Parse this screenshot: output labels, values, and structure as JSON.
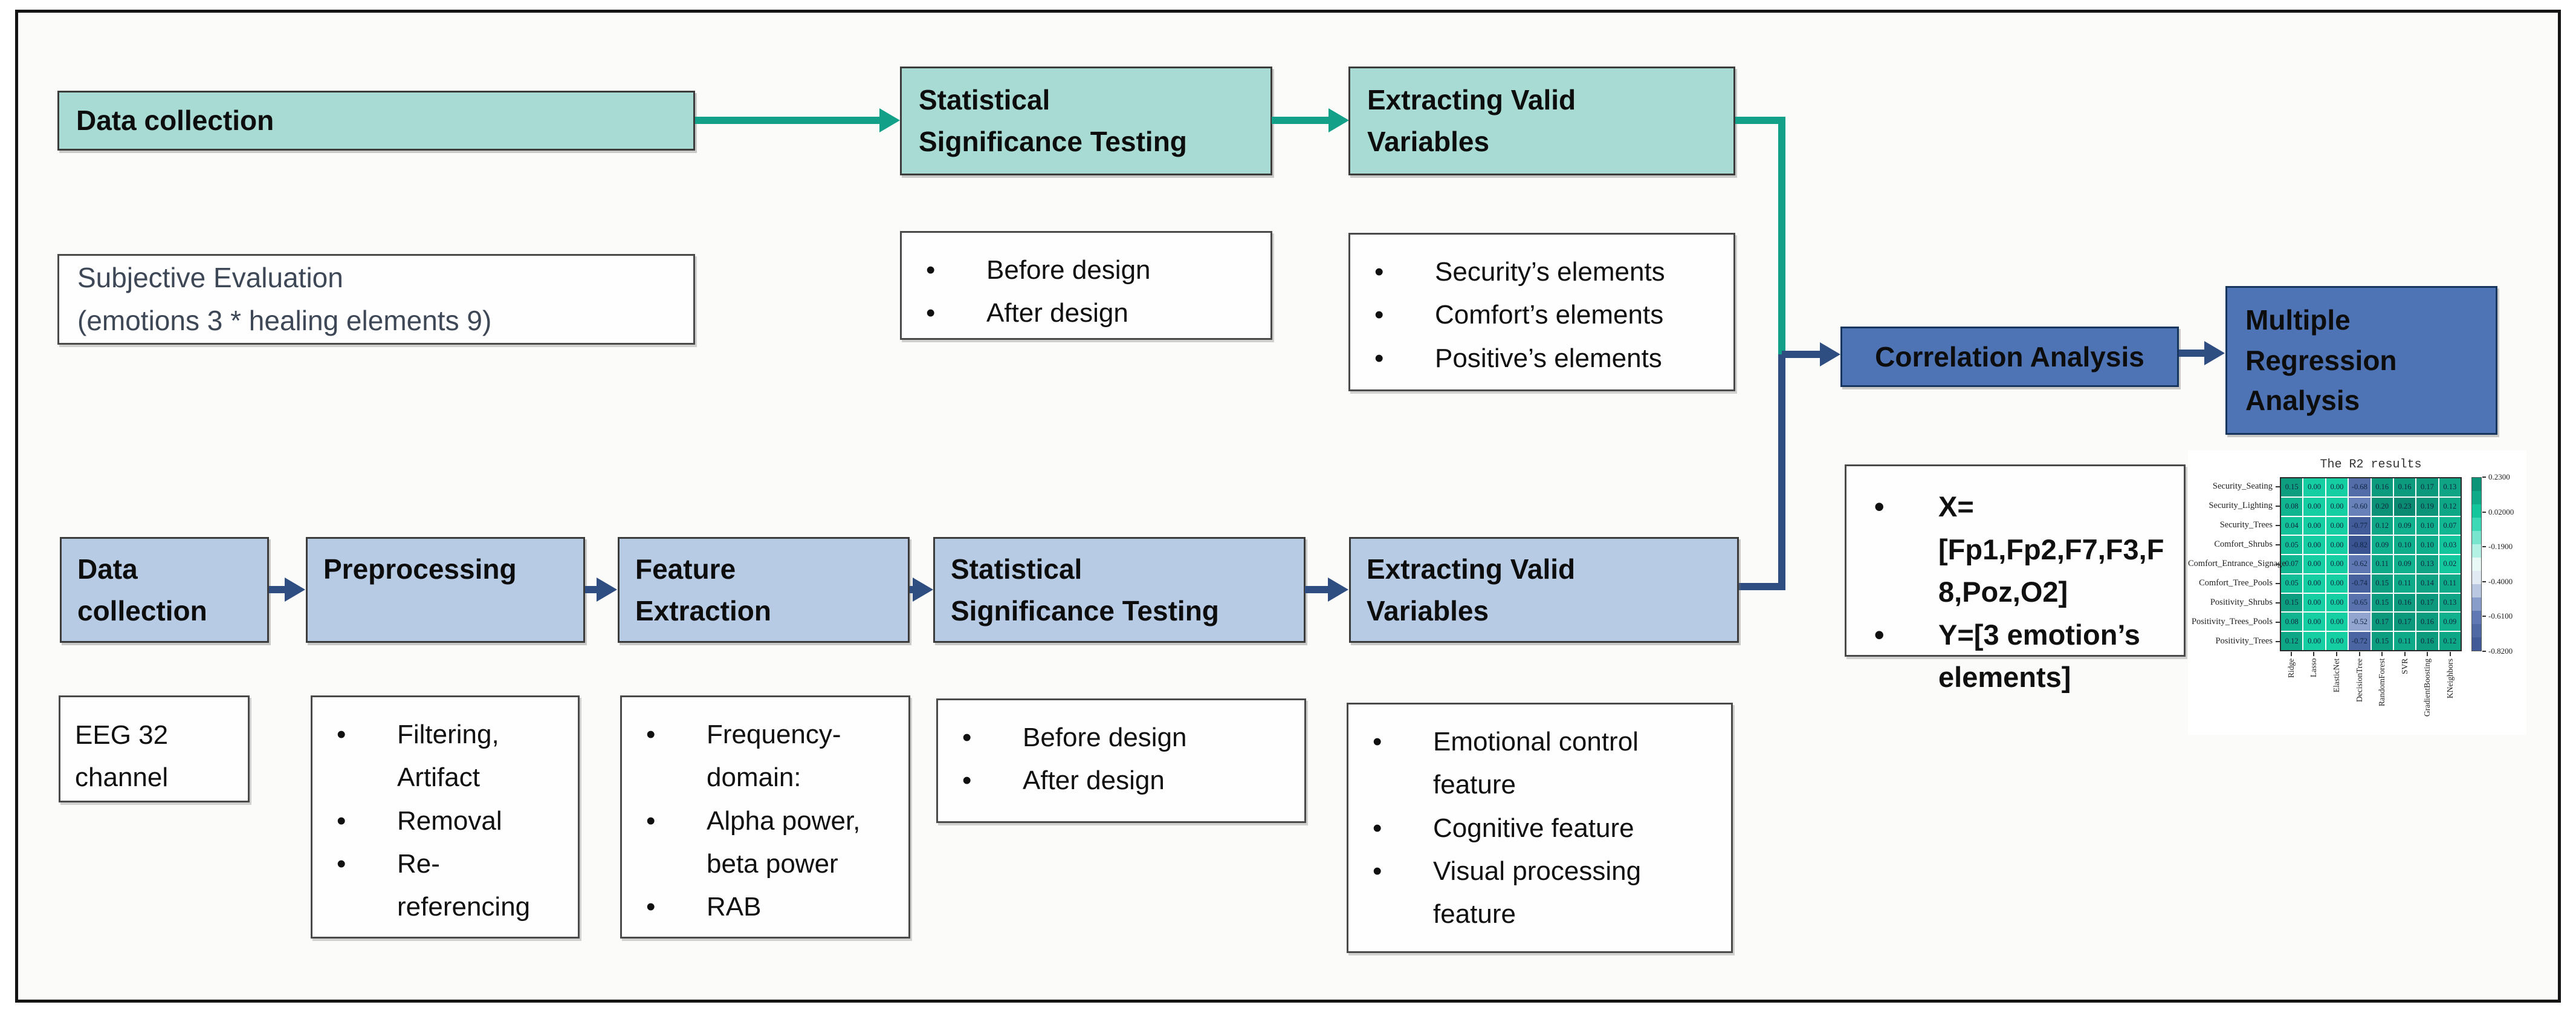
{
  "colors": {
    "teal_fill": "#a8dbd3",
    "teal_arrow": "#12a188",
    "blue_fill": "#b7cbe5",
    "navy_fill": "#4e74b5",
    "navy_arrow": "#2e4d80",
    "box_border": "#3c3c3c",
    "subjective_text": "#3d4756"
  },
  "top_flow": {
    "data_collection": "Data collection",
    "sst": [
      "Statistical",
      "Significance Testing"
    ],
    "evv": [
      "Extracting Valid",
      "Variables"
    ],
    "subjective": [
      "Subjective Evaluation",
      "(emotions 3 * healing elements 9)"
    ],
    "design_bullets": [
      "Before design",
      "After design"
    ],
    "element_bullets": [
      "Security’s elements",
      "Comfort’s elements",
      "Positive’s elements"
    ]
  },
  "bottom_flow": {
    "data_collection": [
      "Data",
      "collection"
    ],
    "preprocessing": [
      "Preprocessing"
    ],
    "feature_extraction": [
      "Feature",
      "Extraction"
    ],
    "sst": [
      "Statistical",
      "Significance Testing"
    ],
    "evv": [
      "Extracting Valid",
      "Variables"
    ],
    "eeg_note": "EEG 32 channel",
    "preprocessing_bullets": [
      "Filtering, Artifact",
      "Removal",
      "Re-referencing"
    ],
    "feature_bullets": [
      "Frequency-domain:",
      "Alpha power, beta power",
      "RAB"
    ],
    "design_bullets": [
      "Before design",
      "After design"
    ],
    "valid_bullets": [
      "Emotional control feature",
      "Cognitive feature",
      "Visual  processing feature"
    ]
  },
  "analysis": {
    "correlation": "Correlation Analysis",
    "regression": [
      "Multiple",
      "Regression",
      "Analysis"
    ],
    "xy_bullets": [
      "X=[Fp1,Fp2,F7,F3,F8,Poz,O2]",
      "Y=[3 emotion’s elements]"
    ]
  },
  "chart_data": {
    "type": "heatmap",
    "title": "The R2 results",
    "rows": [
      "Security_Seating",
      "Security_Lighting",
      "Security_Trees",
      "Comfort_Shrubs",
      "Comfort_Entrance_Signage",
      "Comfort_Tree_Pools",
      "Positivity_Shrubs",
      "Positivity_Trees_Pools",
      "Positivity_Trees"
    ],
    "columns": [
      "Ridge",
      "Lasso",
      "ElasticNet",
      "DecisionTree",
      "RandomForest",
      "SVR",
      "GradientBoosting",
      "KNeighbors"
    ],
    "values": [
      [
        0.15,
        0.0,
        0.0,
        -0.68,
        0.16,
        0.16,
        0.17,
        0.13
      ],
      [
        0.08,
        0.0,
        0.0,
        -0.6,
        0.2,
        0.23,
        0.19,
        0.12
      ],
      [
        0.04,
        0.0,
        0.0,
        -0.77,
        0.12,
        0.09,
        0.1,
        0.07
      ],
      [
        0.05,
        0.0,
        0.0,
        -0.82,
        0.09,
        0.1,
        0.1,
        0.03
      ],
      [
        0.07,
        0.0,
        0.0,
        -0.62,
        0.11,
        0.09,
        0.13,
        0.02
      ],
      [
        0.05,
        0.0,
        0.0,
        -0.74,
        0.15,
        0.11,
        0.14,
        0.11
      ],
      [
        0.15,
        0.0,
        0.0,
        -0.65,
        0.15,
        0.16,
        0.17,
        0.13
      ],
      [
        0.08,
        0.0,
        0.0,
        -0.52,
        0.17,
        0.17,
        0.16,
        0.09
      ],
      [
        0.12,
        0.0,
        0.0,
        -0.72,
        0.15,
        0.11,
        0.16,
        0.12
      ]
    ],
    "vmin": -0.82,
    "vmax": 0.23,
    "colorbar_ticks": [
      "0.2300",
      "0.02000",
      "-0.1900",
      "-0.4000",
      "-0.6100",
      "-0.8200"
    ],
    "legend_position": "right",
    "grid": false
  }
}
